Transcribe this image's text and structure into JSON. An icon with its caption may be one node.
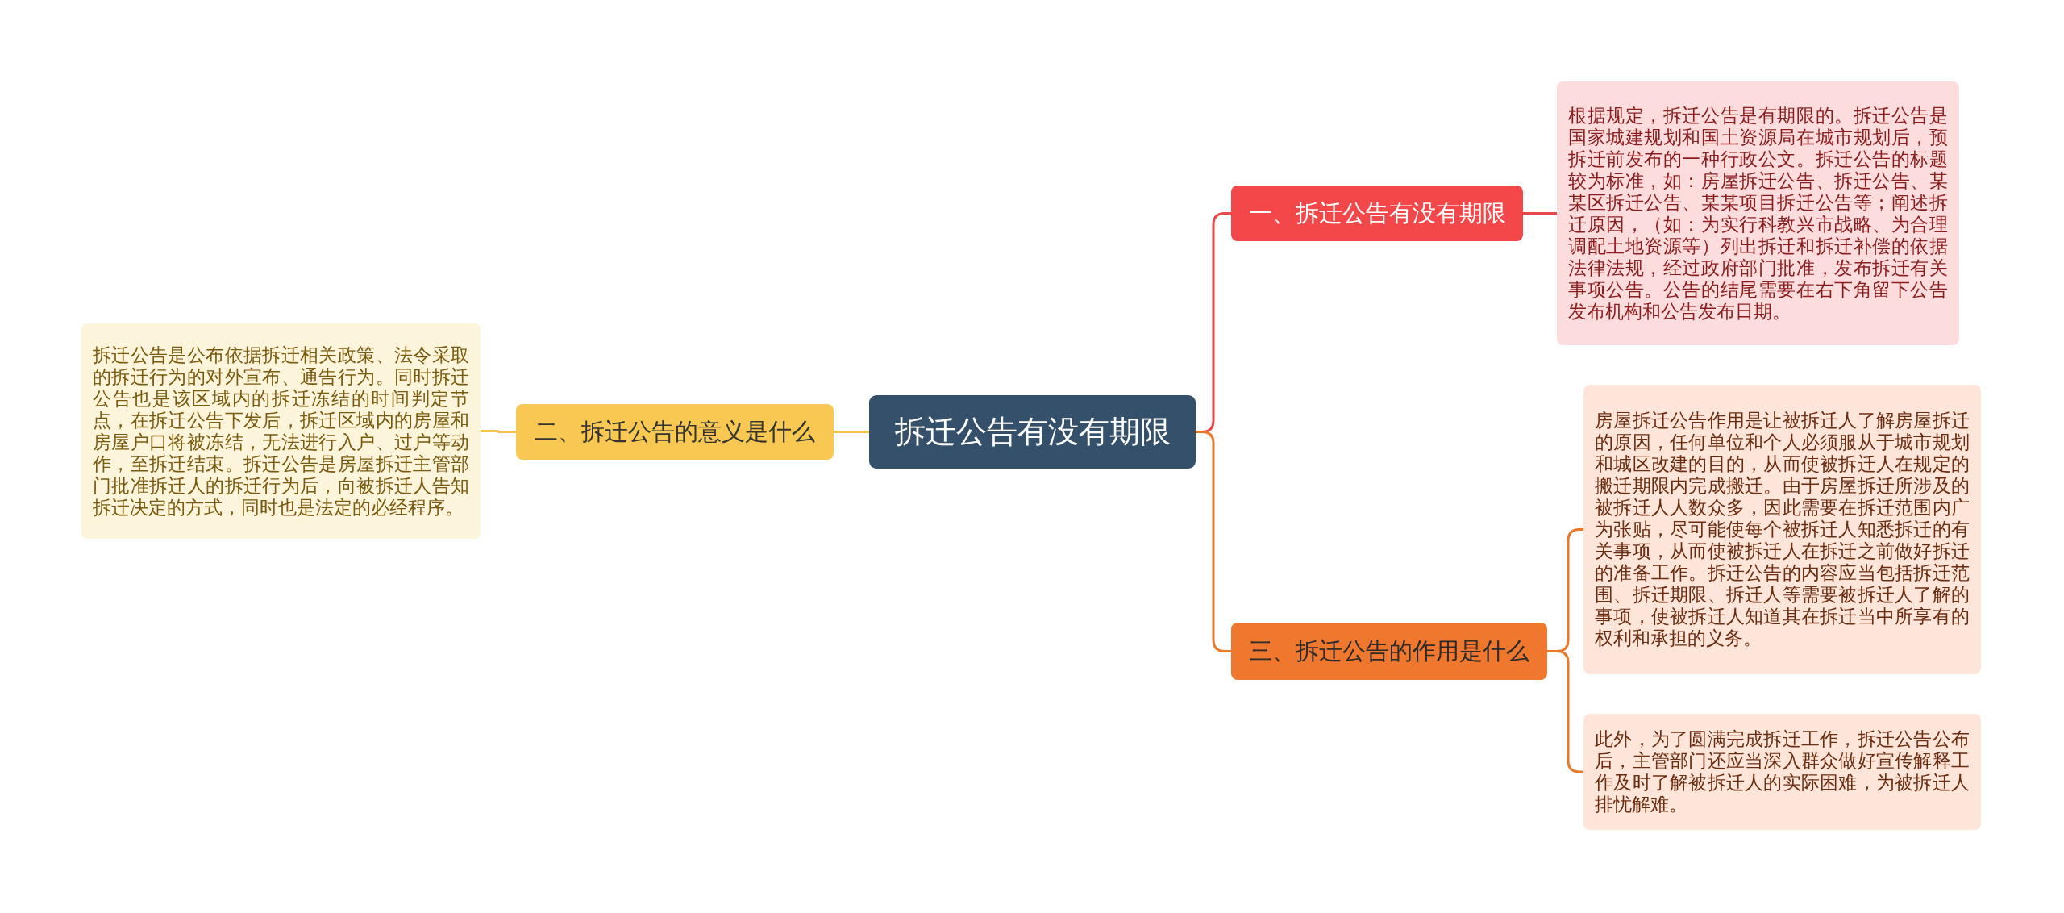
{
  "diagram": {
    "nodes": [
      {
        "text": [
          "拆迁公告有没有期限"
        ]
      },
      {
        "text": [
          "一、拆迁公告有没有期限"
        ]
      },
      {
        "text": [
          "根据规定，拆迁公告是有期限的。拆迁公告是国家城建规划和国土资源局在城市规划后，预拆迁前发布的一种行政公文。拆迁公告的标题较为标准，如：房屋拆迁公告、拆迁公告、某某区拆迁公告、某某项目拆迁公告等；阐述拆迁原因，（如：为实行科教兴市战略、为合理调配土地资源等）列出拆迁和拆迁补偿的依据法律法规，经过政府部门批准，发布拆迁有关事项公告。公告的结尾需要在右下角留下公告发布机构和公告发布日期。"
        ]
      },
      {
        "text": [
          "二、拆迁公告的意义是什么"
        ]
      },
      {
        "text": [
          "拆迁公告是公布依据拆迁相关政策、法令采取的拆迁行为的对外宣布、通告行为。同时拆迁公告也是该区域内的拆迁冻结的时间判定节点，在拆迁公告下发后，拆迁区域内的房屋和房屋户口将被冻结，无法进行入户、过户等动作，至拆迁结束。拆迁公告是房屋拆迁主管部门批准拆迁人的拆迁行为后，向被拆迁人告知拆迁决定的方式，同时也是法定的必经程序。"
        ]
      },
      {
        "text": [
          "三、拆迁公告的作用是什么"
        ]
      },
      {
        "text": [
          "房屋拆迁公告作用是让被拆迁人了解房屋拆迁的原因，任何单位和个人必须服从于城市规划和城区改建的目的，从而使被拆迁人在规定的搬迁期限内完成搬迁。由于房屋拆迁所涉及的被拆迁人人数众多，因此需要在拆迁范围内广为张贴，尽可能使每个被拆迁人知悉拆迁的有关事项，从而使被拆迁人在拆迁之前做好拆迁的准备工作。拆迁公告的内容应当包括拆迁范围、拆迁期限、拆迁人等需要被拆迁人了解的事项，使被拆迁人知道其在拆迁当中所享有的权利和承担的义务。"
        ]
      },
      {
        "text": [
          "此外，为了圆满完成拆迁工作，拆迁公告公布后，主管部门还应当深入群众做好宣传解释工作及时了解被拆迁人的实际困难，为被拆迁人排忧解难。"
        ]
      }
    ],
    "edges": [
      {
        "from": 0,
        "to": 1,
        "arrow": "none",
        "color": "#e8474a"
      },
      {
        "from": 1,
        "to": 2,
        "arrow": "none",
        "color": "#e8474a"
      },
      {
        "from": 0,
        "to": 3,
        "arrow": "none",
        "color": "#f3c24c"
      },
      {
        "from": 3,
        "to": 4,
        "arrow": "none",
        "color": "#f3c24c"
      },
      {
        "from": 0,
        "to": 5,
        "arrow": "none"
      },
      {
        "from": 5,
        "to": 6,
        "arrow": "none"
      },
      {
        "from": 5,
        "to": 7,
        "arrow": "none"
      }
    ]
  }
}
